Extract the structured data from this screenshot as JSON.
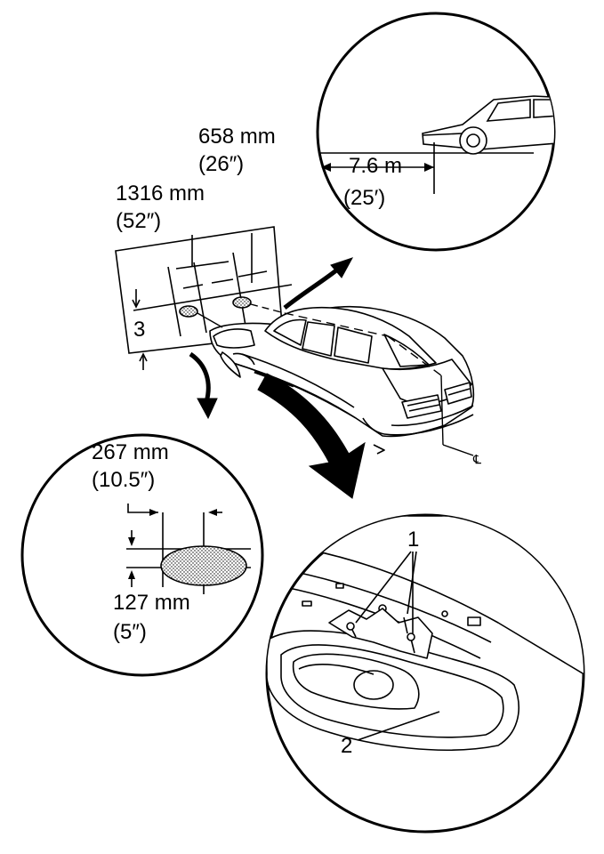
{
  "labels": {
    "top_dist_mm": "658 mm",
    "top_dist_in": "(26″)",
    "width_mm": "1316 mm",
    "width_in": "(52″)",
    "screen_callout": "3",
    "aim_distance_m": "7.6 m",
    "aim_distance_ft": "(25′)",
    "spot_width_mm": "267 mm",
    "spot_width_in": "(10.5″)",
    "spot_height_mm": "127 mm",
    "spot_height_in": "(5″)",
    "callout_adjusters": "1",
    "callout_lamp": "2",
    "centerline_symbol": "℄"
  }
}
